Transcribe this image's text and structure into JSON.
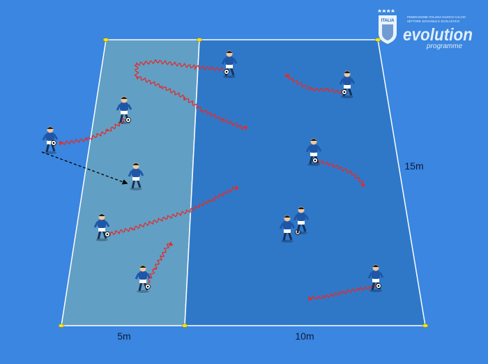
{
  "logo": {
    "federation_line1": "FEDERAZIONE ITALIANA GIUOCO CALCIO",
    "federation_line2": "SETTORE GIOVANILE E SCOLASTICO",
    "shield_text": "ITALIA",
    "brand_word": "evolution",
    "brand_sub": "programme"
  },
  "dimensions": {
    "left_zone_width": "5m",
    "right_zone_width": "10m",
    "depth": "15m"
  },
  "colors": {
    "background": "#3a86e0",
    "left_zone": "#629fc4",
    "right_zone": "#2f78c8",
    "dribble_path": "#e02d2d",
    "pass_arrow": "#000000",
    "cone": "#f2e21a",
    "player_shirt": "#1f57a8"
  }
}
